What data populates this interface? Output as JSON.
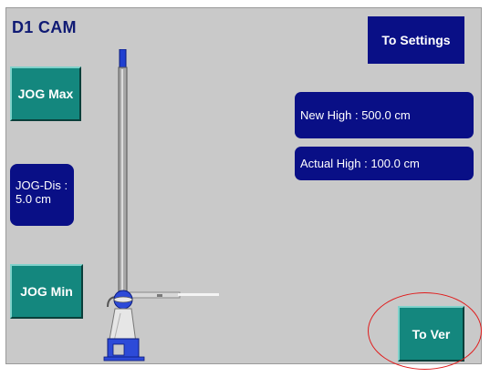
{
  "header": {
    "title": "D1 CAM",
    "to_settings_label": "To Settings"
  },
  "controls": {
    "jog_max_label": "JOG Max",
    "jog_min_label": "JOG Min",
    "jog_dis_line1": "JOG-Dis :",
    "jog_dis_line2": "5.0 cm",
    "to_ver_label": "To Ver"
  },
  "readouts": {
    "new_high": "New High  : 500.0 cm",
    "actual_high": "Actual High  : 100.0 cm"
  },
  "colors": {
    "panel_bg": "#c9c9c9",
    "title_navy": "#0f1a74",
    "navy_button": "#090f86",
    "teal_button": "#14877e",
    "highlight_ring": "#e01b1b"
  }
}
